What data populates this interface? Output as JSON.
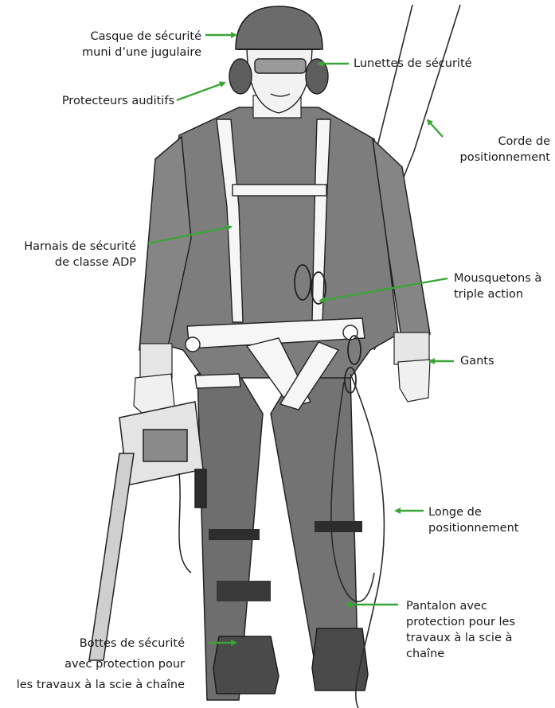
{
  "diagram": {
    "accent_color": "#3aa537",
    "figure": "chainsaw-climber-illustration",
    "labels": {
      "casque": [
        "Casque de sécurité",
        "muni d’une jugulaire"
      ],
      "lunettes": [
        "Lunettes de sécurité"
      ],
      "protecteurs": [
        "Protecteurs auditifs"
      ],
      "corde": [
        "Corde de",
        "positionnement"
      ],
      "harnais": [
        "Harnais de sécurité",
        "de classe ADP"
      ],
      "mousquetons": [
        "Mousquetons à",
        "triple action"
      ],
      "gants": [
        "Gants"
      ],
      "longe": [
        "Longe de",
        "positionnement"
      ],
      "pantalon": [
        "Pantalon avec",
        "protection pour les",
        "travaux à la scie à",
        "chaîne"
      ],
      "bottes": [
        "Bottes de sécurité",
        "avec protection pour",
        "les travaux à la scie à chaîne"
      ]
    }
  }
}
